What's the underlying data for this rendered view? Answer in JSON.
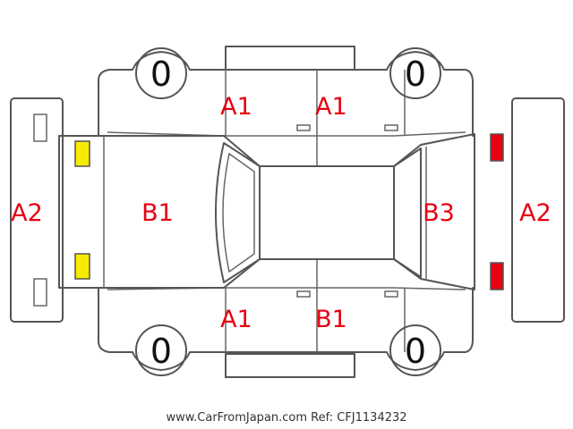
{
  "tires": {
    "front_left": "0",
    "front_right": "0",
    "rear_left": "0",
    "rear_right": "0"
  },
  "damage_labels": {
    "left_front_door": "A1",
    "left_rear_door": "A1",
    "hood": "B1",
    "rear_window": "B3",
    "front_bumper": "A2",
    "rear_bumper": "A2",
    "right_front_door": "A1",
    "right_rear_door": "B1"
  },
  "marker_colors": {
    "headlights": "#f7ec00",
    "taillights": "#e60012",
    "damage_text": "#e60012"
  },
  "footer": "www.CarFromJapan.com Ref: CFJ1134232"
}
